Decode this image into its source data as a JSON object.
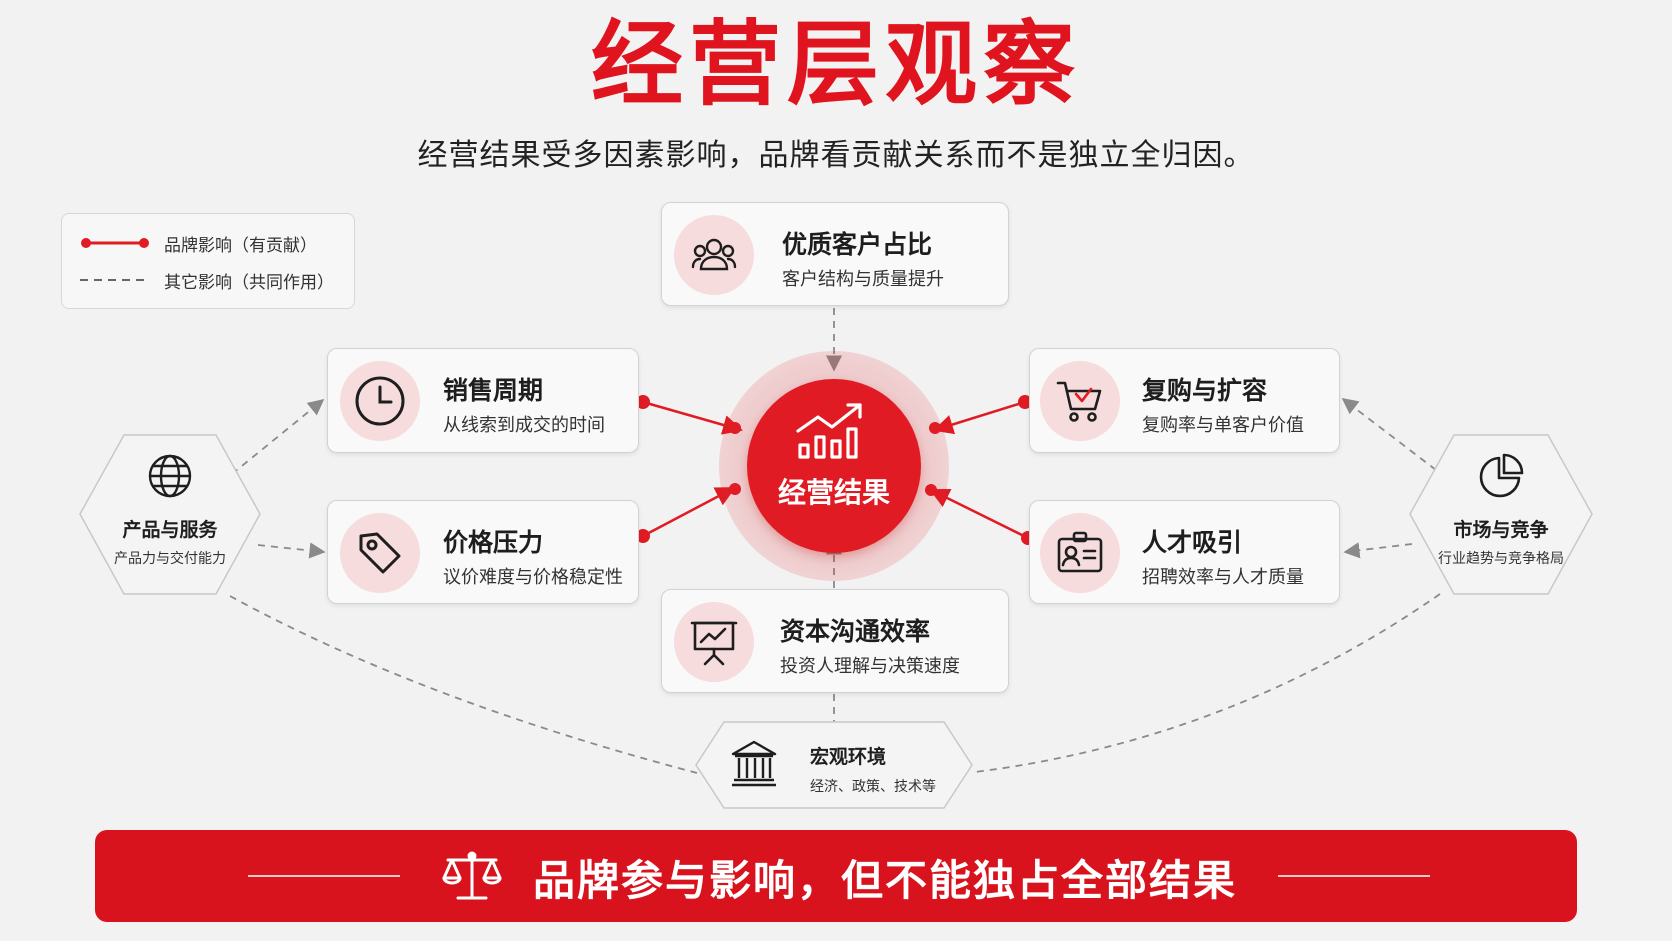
{
  "title": "经营层观察",
  "subtitle": "经营结果受多因素影响，品牌看贡献关系而不是独立全归因。",
  "legend": {
    "brand_label": "品牌影响（有贡献）",
    "other_label": "其它影响（共同作用）"
  },
  "center": {
    "label": "经营结果",
    "icon": "growth-chart-icon"
  },
  "nodes": [
    {
      "id": "quality",
      "title": "优质客户占比",
      "subtitle": "客户结构与质量提升",
      "icon": "people-icon"
    },
    {
      "id": "sales",
      "title": "销售周期",
      "subtitle": "从线索到成交的时间",
      "icon": "clock-icon"
    },
    {
      "id": "price",
      "title": "价格压力",
      "subtitle": "议价难度与价格稳定性",
      "icon": "tag-icon"
    },
    {
      "id": "repurchase",
      "title": "复购与扩容",
      "subtitle": "复购率与单客户价值",
      "icon": "cart-icon"
    },
    {
      "id": "talent",
      "title": "人才吸引",
      "subtitle": "招聘效率与人才质量",
      "icon": "id-card-icon"
    },
    {
      "id": "capital",
      "title": "资本沟通效率",
      "subtitle": "投资人理解与决策速度",
      "icon": "presentation-icon"
    }
  ],
  "factors": [
    {
      "id": "product",
      "title": "产品与服务",
      "subtitle": "产品力与交付能力",
      "icon": "globe-icon"
    },
    {
      "id": "market",
      "title": "市场与竞争",
      "subtitle": "行业趋势与竞争格局",
      "icon": "pie-chart-icon"
    },
    {
      "id": "macro",
      "title": "宏观环境",
      "subtitle": "经济、政策、技术等",
      "icon": "bank-icon"
    }
  ],
  "banner": {
    "text": "品牌参与影响，但不能独占全部结果",
    "icon": "scale-icon"
  },
  "colors": {
    "brand_red": "#e01b23",
    "link_gray": "#888888",
    "icon_bg": "#f6dcdc"
  }
}
